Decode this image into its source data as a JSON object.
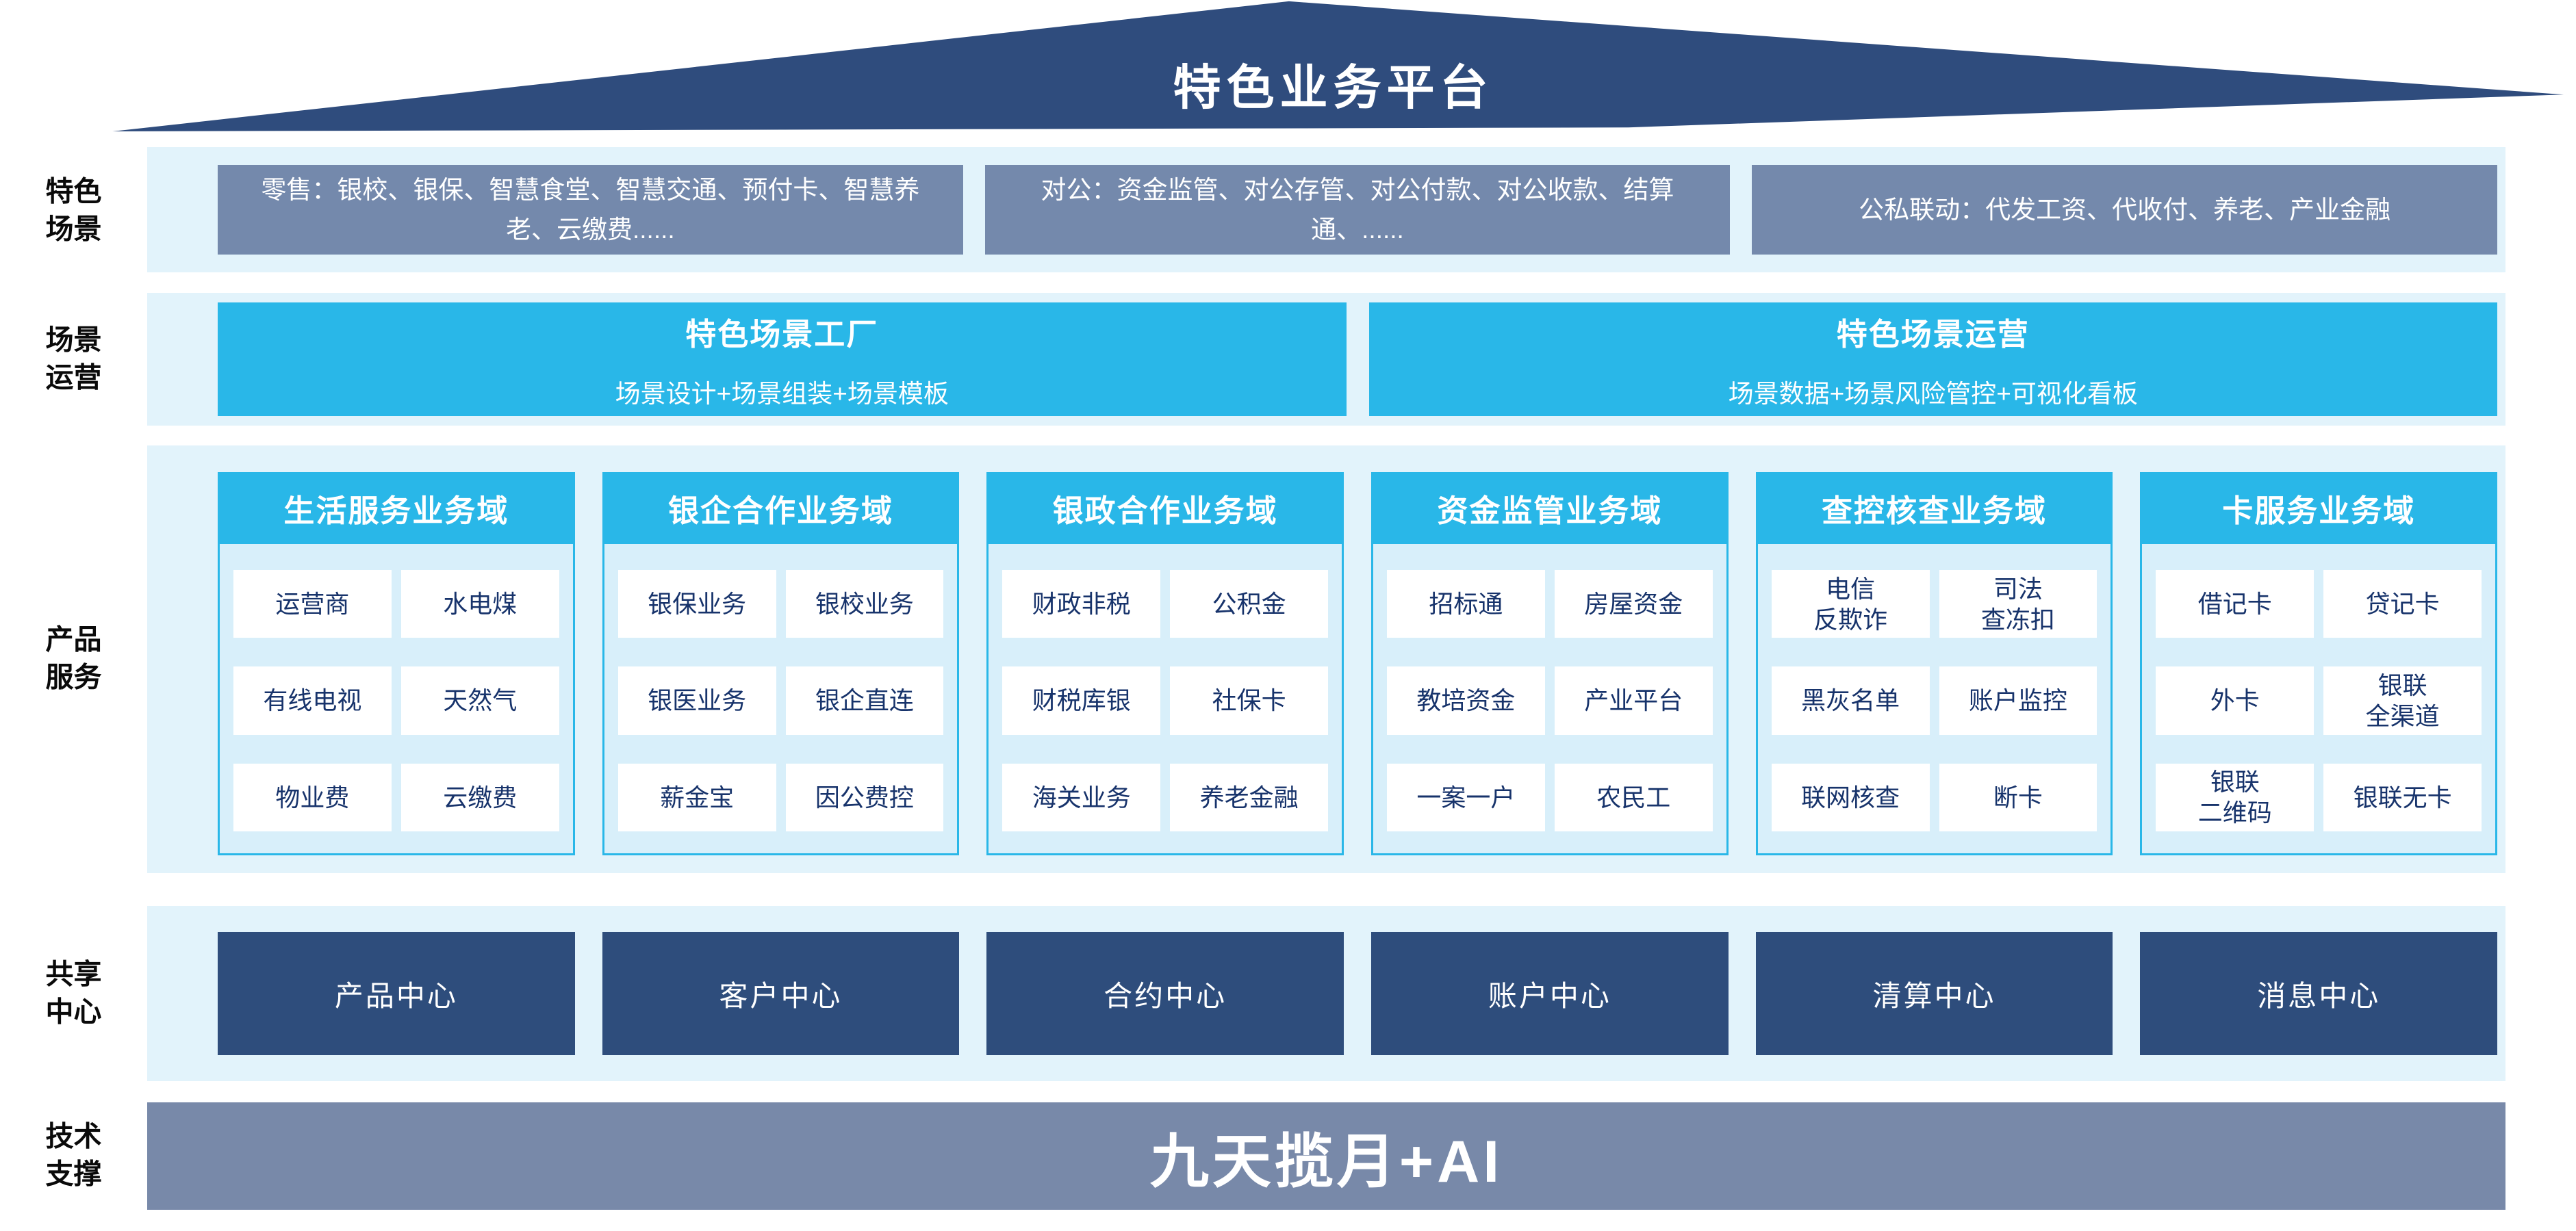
{
  "roof": {
    "title": "特色业务平台"
  },
  "side_labels": [
    "特色\n场景",
    "场景\n运营",
    "产品\n服务",
    "共享\n中心",
    "技术\n支撑"
  ],
  "scenes": {
    "boxes": [
      "零售：银校、银保、智慧食堂、智慧交通、预付卡、智慧养老、云缴费......",
      "对公：资金监管、对公存管、对公付款、对公收款、结算通、......",
      "公私联动：代发工资、代收付、养老、产业金融"
    ]
  },
  "operations": {
    "boxes": [
      {
        "title": "特色场景工厂",
        "subtitle": "场景设计+场景组装+场景模板"
      },
      {
        "title": "特色场景运营",
        "subtitle": "场景数据+场景风险管控+可视化看板"
      }
    ]
  },
  "products": {
    "columns": [
      {
        "header": "生活服务业务域",
        "cells": [
          "运营商",
          "水电煤",
          "有线电视",
          "天然气",
          "物业费",
          "云缴费"
        ]
      },
      {
        "header": "银企合作业务域",
        "cells": [
          "银保业务",
          "银校业务",
          "银医业务",
          "银企直连",
          "薪金宝",
          "因公费控"
        ]
      },
      {
        "header": "银政合作业务域",
        "cells": [
          "财政非税",
          "公积金",
          "财税库银",
          "社保卡",
          "海关业务",
          "养老金融"
        ]
      },
      {
        "header": "资金监管业务域",
        "cells": [
          "招标通",
          "房屋资金",
          "教培资金",
          "产业平台",
          "一案一户",
          "农民工"
        ]
      },
      {
        "header": "查控核查业务域",
        "cells": [
          "电信\n反欺诈",
          "司法\n查冻扣",
          "黑灰名单",
          "账户监控",
          "联网核查",
          "断卡"
        ]
      },
      {
        "header": "卡服务业务域",
        "cells": [
          "借记卡",
          "贷记卡",
          "外卡",
          "银联\n全渠道",
          "银联\n二维码",
          "银联无卡"
        ]
      }
    ]
  },
  "shared_centers": [
    "产品中心",
    "客户中心",
    "合约中心",
    "账户中心",
    "清算中心",
    "消息中心"
  ],
  "tech": {
    "label": "九天揽月+AI"
  },
  "colors": {
    "roof_navy": "#2F4C7D",
    "band_light_blue": "#E2F3FB",
    "scene_gray_blue": "#7489AC",
    "accent_cyan": "#29B7E8",
    "column_body_blue": "#D8EFFA",
    "cell_text_navy": "#17336B",
    "center_box_navy": "#2E4D7C",
    "tech_bar_gray_blue": "#7889A9"
  }
}
